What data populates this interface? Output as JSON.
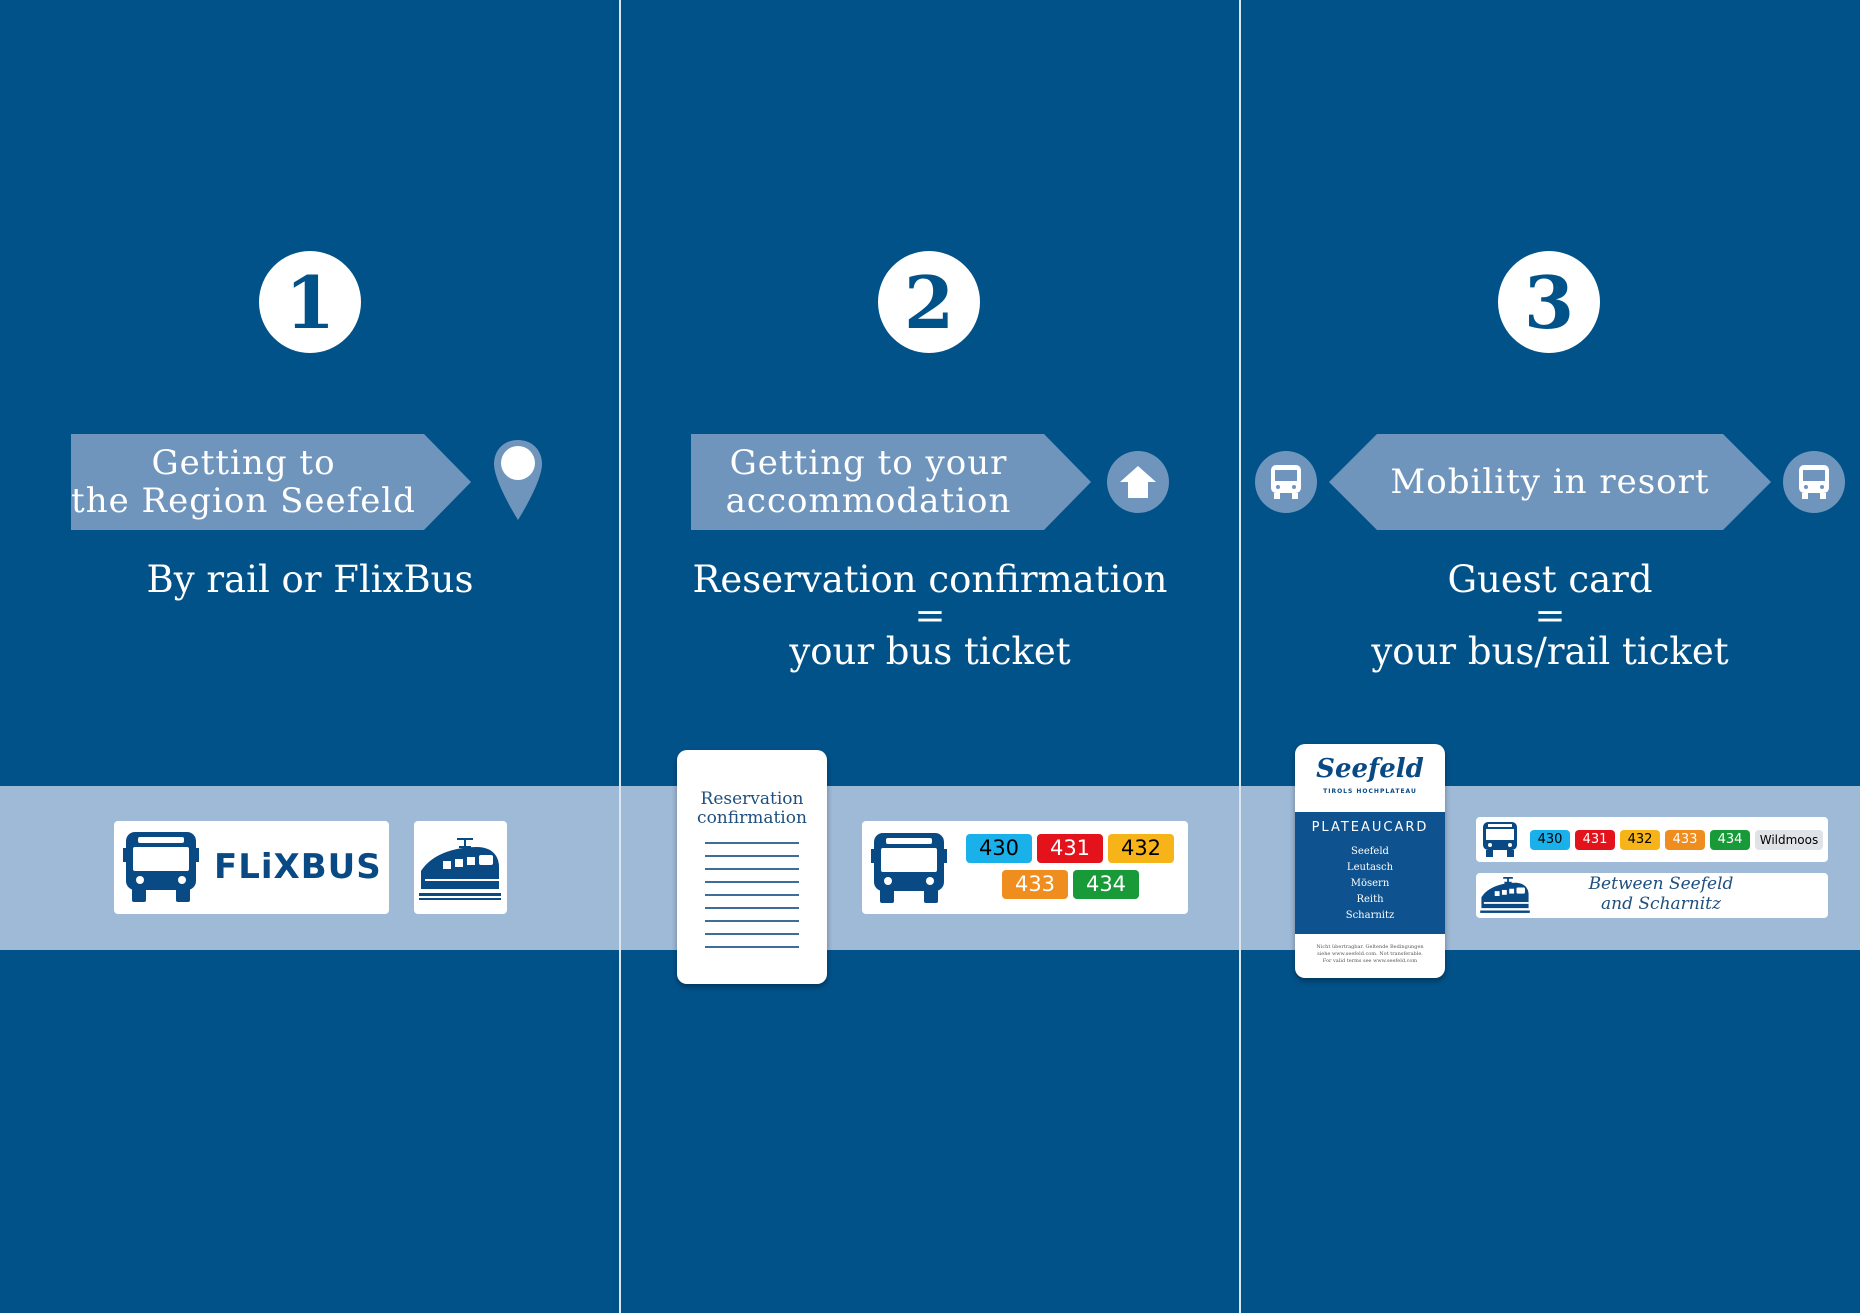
{
  "steps": [
    {
      "number": "1",
      "banner_lines": [
        "Getting to",
        "the Region Seefeld"
      ],
      "banner_icon": "location-pin-icon",
      "caption_lines": [
        "By rail or FlixBus"
      ],
      "items": {
        "flixbus_logo": "FLiXBUS",
        "icons": [
          "bus-icon",
          "train-icon"
        ]
      }
    },
    {
      "number": "2",
      "banner_lines": [
        "Getting to your",
        "accommodation"
      ],
      "banner_icon": "house-icon",
      "caption_lines": [
        "Reservation confirmation",
        "=",
        "your bus ticket"
      ],
      "document": {
        "title_lines": [
          "Reservation",
          "confirmation"
        ]
      },
      "routes": [
        {
          "label": "430",
          "color": "#1ab0ea"
        },
        {
          "label": "431",
          "color": "#e3121b"
        },
        {
          "label": "432",
          "color": "#f6b418"
        },
        {
          "label": "433",
          "color": "#f08d1f"
        },
        {
          "label": "434",
          "color": "#189a39"
        }
      ]
    },
    {
      "number": "3",
      "banner_lines": [
        "Mobility in resort"
      ],
      "banner_icons": [
        "bus-icon",
        "bus-icon"
      ],
      "caption_lines": [
        "Guest card",
        "=",
        "your bus/rail ticket"
      ],
      "guest_card": {
        "brand": "Seefeld",
        "subtitle": "TIROLS HOCHPLATEAU",
        "name": "PLATEAUCARD",
        "places": [
          "Seefeld",
          "Leutasch",
          "Mösern",
          "Reith",
          "Scharnitz"
        ],
        "fine_print": [
          "Nicht übertragbar. Geltende Bedingungen",
          "siehe www.seefeld.com. Not transferable.",
          "For valid terms see www.seefeld.com"
        ]
      },
      "routes": [
        {
          "label": "430",
          "color": "#1ab0ea"
        },
        {
          "label": "431",
          "color": "#e3121b"
        },
        {
          "label": "432",
          "color": "#f6b418"
        },
        {
          "label": "433",
          "color": "#f08d1f"
        },
        {
          "label": "434",
          "color": "#189a39"
        },
        {
          "label": "Wildmoos",
          "color": "#dfe3e8"
        }
      ],
      "train_caption_lines": [
        "Between Seefeld",
        "and Scharnitz"
      ]
    }
  ],
  "colors": {
    "background": "#02528a",
    "band": "#9fbad7",
    "banner": "#6f95bd",
    "white": "#ffffff"
  }
}
